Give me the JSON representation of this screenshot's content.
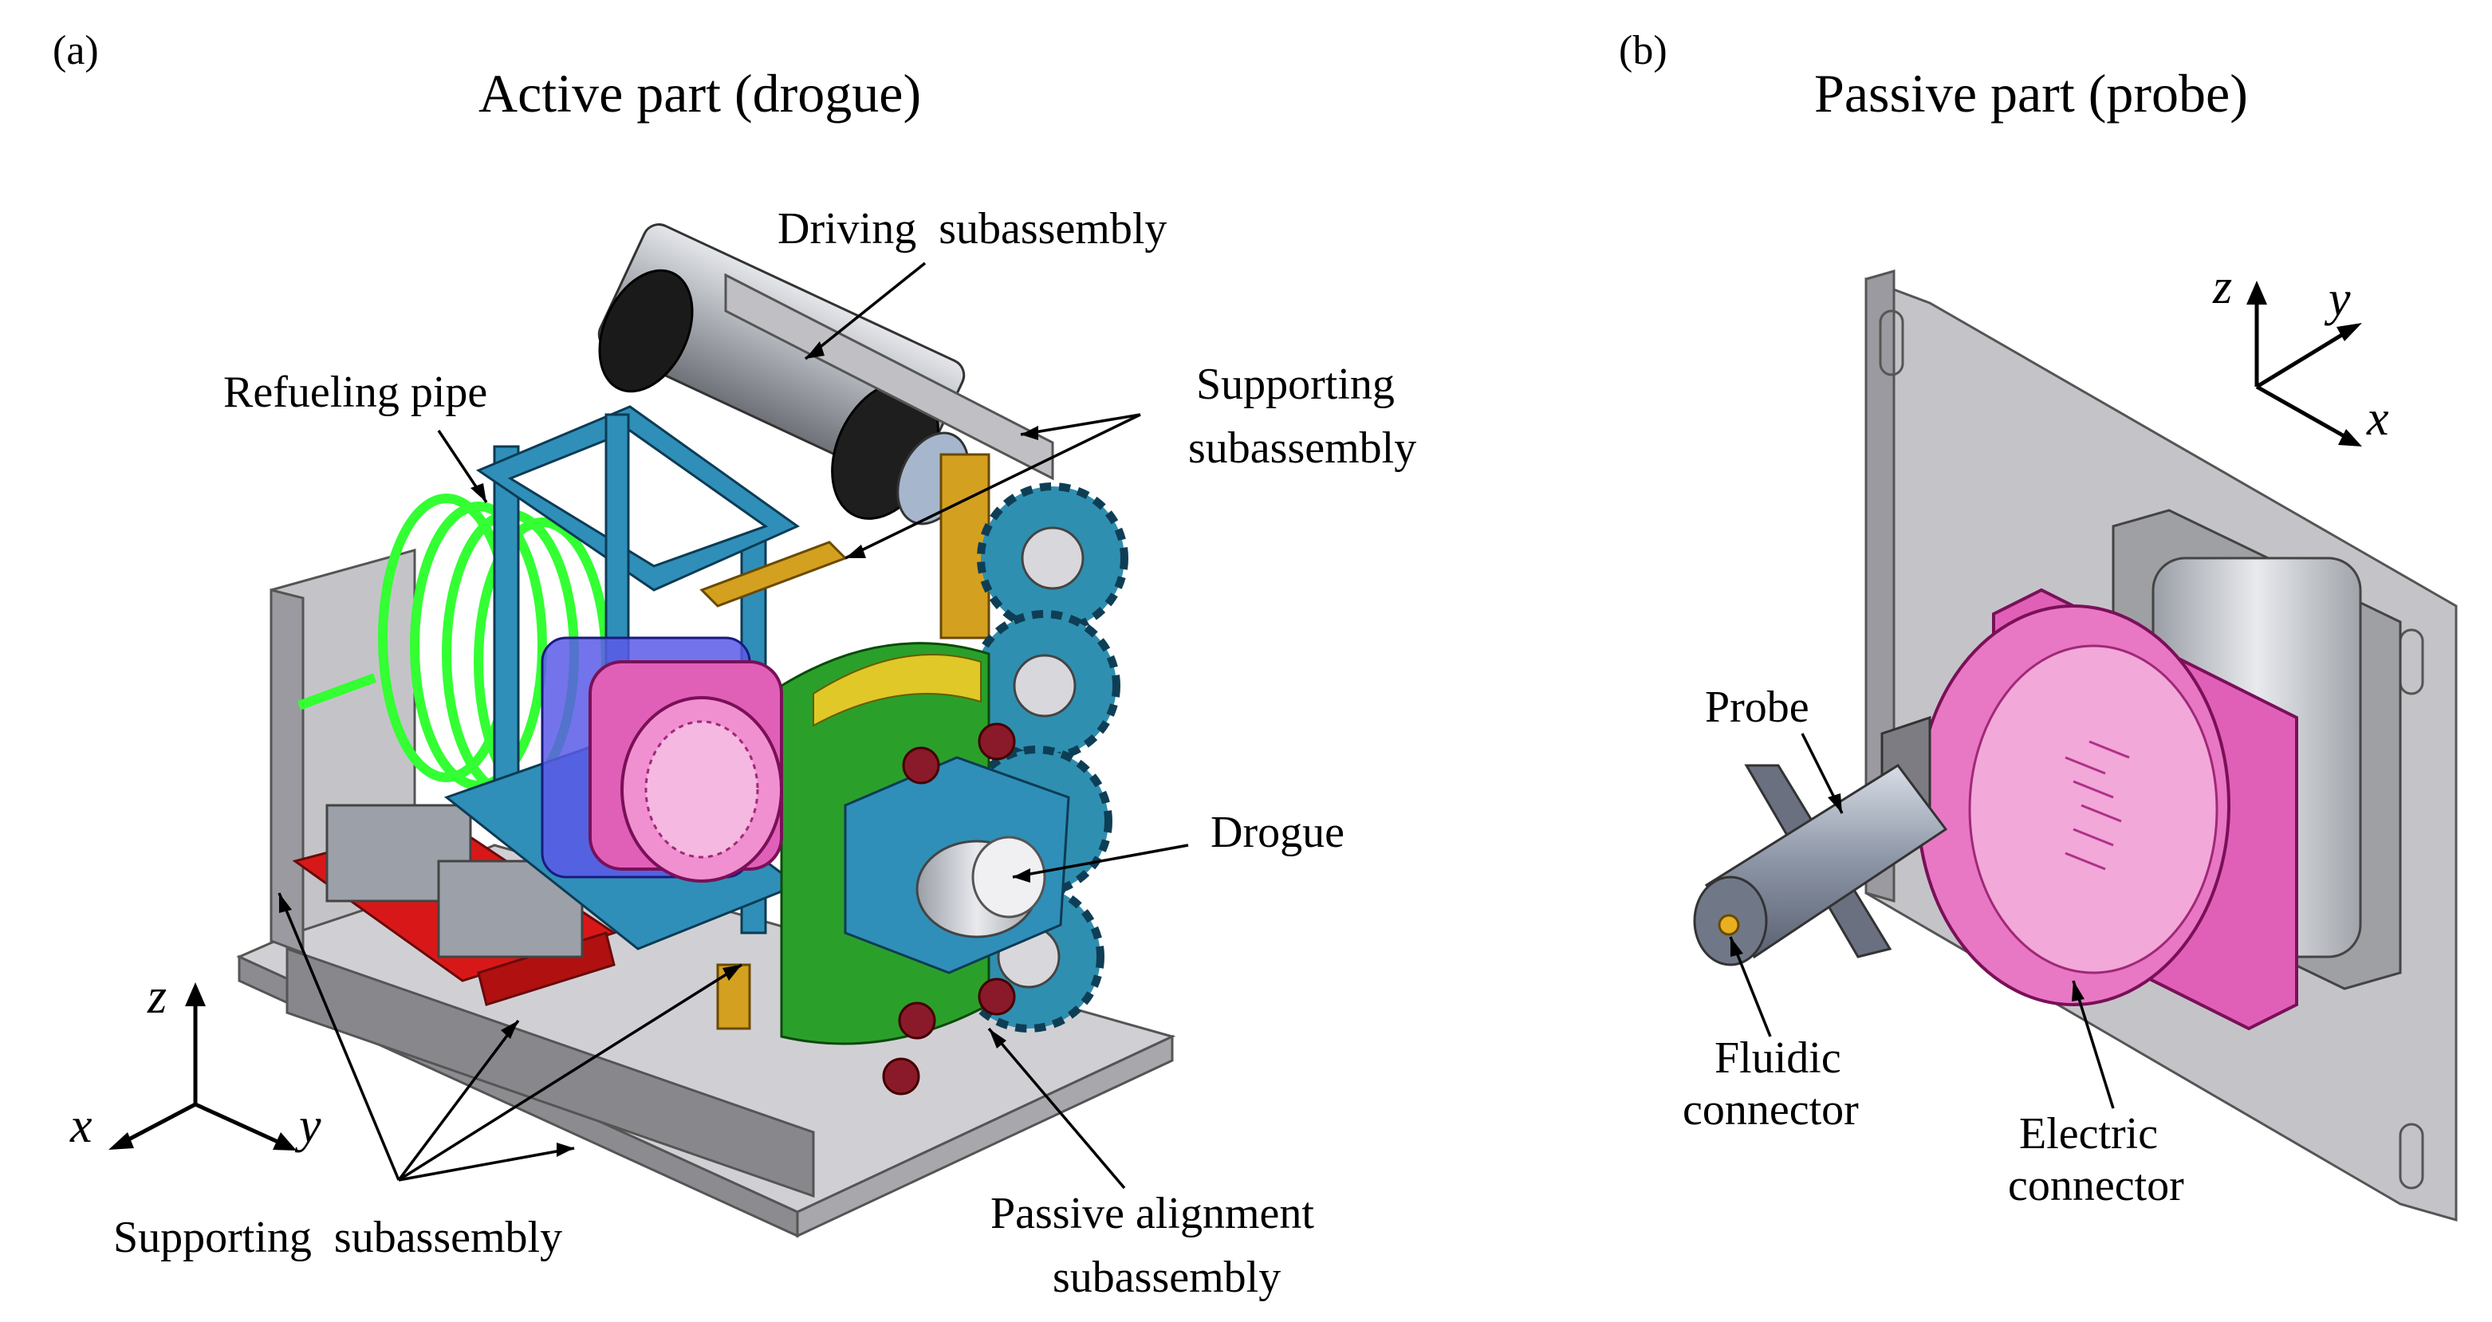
{
  "panels": {
    "a": {
      "tag": "(a)",
      "title": "Active part (drogue)",
      "labels": {
        "driving": "Driving  subassembly",
        "refueling_pipe": "Refueling pipe",
        "supporting_top_1": "Supporting",
        "supporting_top_2": "subassembly",
        "drogue": "Drogue",
        "supporting_bottom": "Supporting  subassembly",
        "passive_1": "Passive alignment",
        "passive_2": "subassembly"
      },
      "axes": {
        "z": "z",
        "x": "x",
        "y": "y"
      }
    },
    "b": {
      "tag": "(b)",
      "title": "Passive part (probe)",
      "labels": {
        "probe": "Probe",
        "fluidic_1": "Fluidic",
        "fluidic_2": "connector",
        "electric_1": "Electric",
        "electric_2": "connector"
      },
      "axes": {
        "z": "z",
        "y": "y",
        "x": "x"
      }
    }
  },
  "colors": {
    "frame_blue": "#2f8fb8",
    "gear_blue": "#2f8fb0",
    "pipe_green": "#33ff33",
    "plate_green": "#2aa02a",
    "connector_magenta": "#e060b8",
    "housing_blue": "#5a5ae8",
    "rail_red": "#d81818",
    "brass": "#d4a020",
    "motor_grey": "#b8bcc2",
    "plate_grey": "#c8c8cc"
  }
}
